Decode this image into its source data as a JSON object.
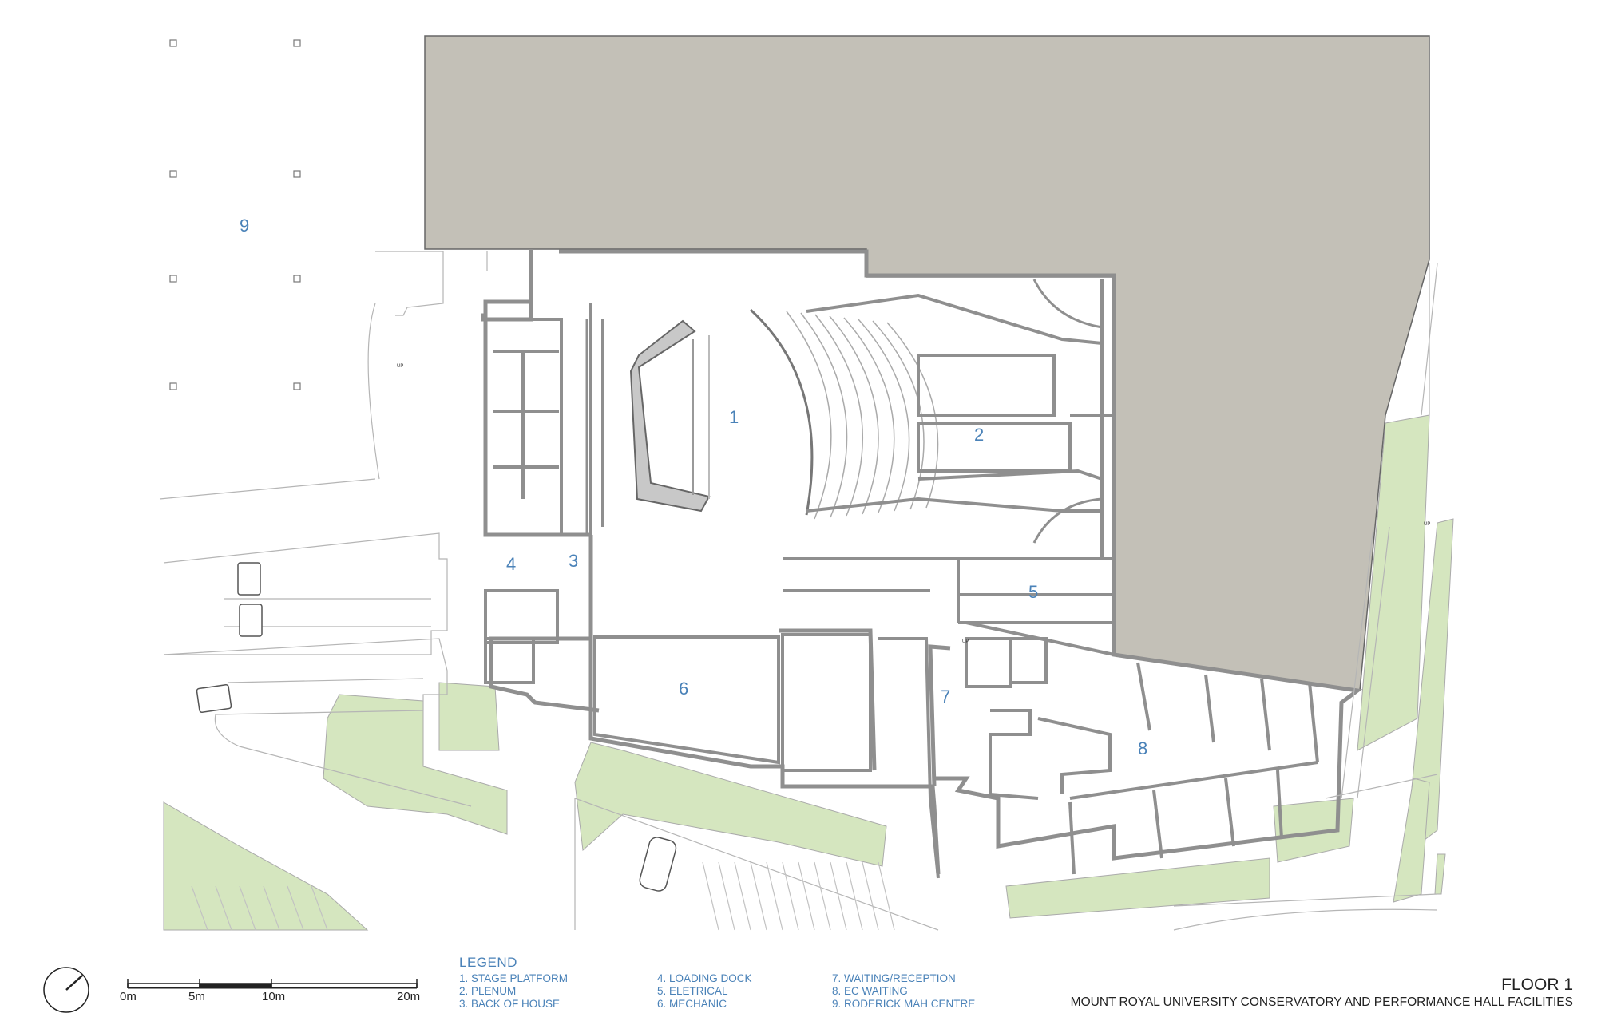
{
  "rooms": [
    {
      "id": "1",
      "label": "1"
    },
    {
      "id": "2",
      "label": "2"
    },
    {
      "id": "3",
      "label": "3"
    },
    {
      "id": "4",
      "label": "4"
    },
    {
      "id": "5",
      "label": "5"
    },
    {
      "id": "6",
      "label": "6"
    },
    {
      "id": "7",
      "label": "7"
    },
    {
      "id": "8",
      "label": "8"
    },
    {
      "id": "9",
      "label": "9"
    }
  ],
  "legend": {
    "title": "LEGEND",
    "col1": [
      "1. STAGE PLATFORM",
      "2. PLENUM",
      "3. BACK OF HOUSE"
    ],
    "col2": [
      "4. LOADING DOCK",
      "5. ELETRICAL",
      "6. MECHANIC"
    ],
    "col3": [
      "7. WAITING/RECEPTION",
      "8. EC WAITING",
      "9. RODERICK MAH CENTRE"
    ]
  },
  "scale": {
    "labels": [
      "0m",
      "5m",
      "10m",
      "20m"
    ]
  },
  "title": {
    "floor": "FLOOR 1",
    "subtitle": "MOUNT ROYAL UNIVERSITY CONSERVATORY AND PERFORMANCE HALL FACILITIES"
  },
  "plan_labels": {
    "up": "UP"
  },
  "colors": {
    "existing_building": "#c3c0b7",
    "landscape": "#d5e6bf",
    "walls": "#8f8f8f",
    "room_numbers": "#4a82b8",
    "text": "#222222"
  }
}
